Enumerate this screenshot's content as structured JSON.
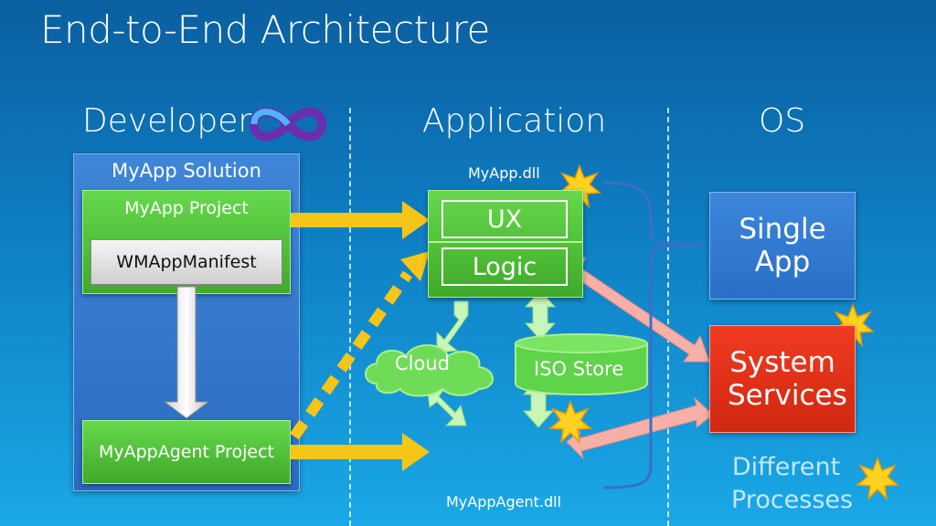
{
  "title": "End-to-End Architecture",
  "columns": {
    "developer": "Developer",
    "application": "Application",
    "os": "OS"
  },
  "developer": {
    "solution_title": "MyApp Solution",
    "project_label": "MyApp Project",
    "manifest_label": "WMAppManifest",
    "agent_label": "MyAppAgent Project"
  },
  "application": {
    "myapp_dll": "MyApp.dll",
    "ux": "UX",
    "logic": "Logic",
    "cloud": "Cloud",
    "iso_store": "ISO Store",
    "agent_dll": "MyAppAgent.dll"
  },
  "os": {
    "single_app": "Single App",
    "system_services": "System Services",
    "different_processes": "Different Processes"
  },
  "icons": {
    "vs_logo": "visual-studio-infinity-logo",
    "star": "starburst-icon"
  },
  "colors": {
    "yellow_arrow": "#f5c518",
    "green_box": "#4cc23a",
    "pink_arrow": "#f7b0a8",
    "red_box": "#e3341b",
    "blue_box": "#2f78d2"
  }
}
